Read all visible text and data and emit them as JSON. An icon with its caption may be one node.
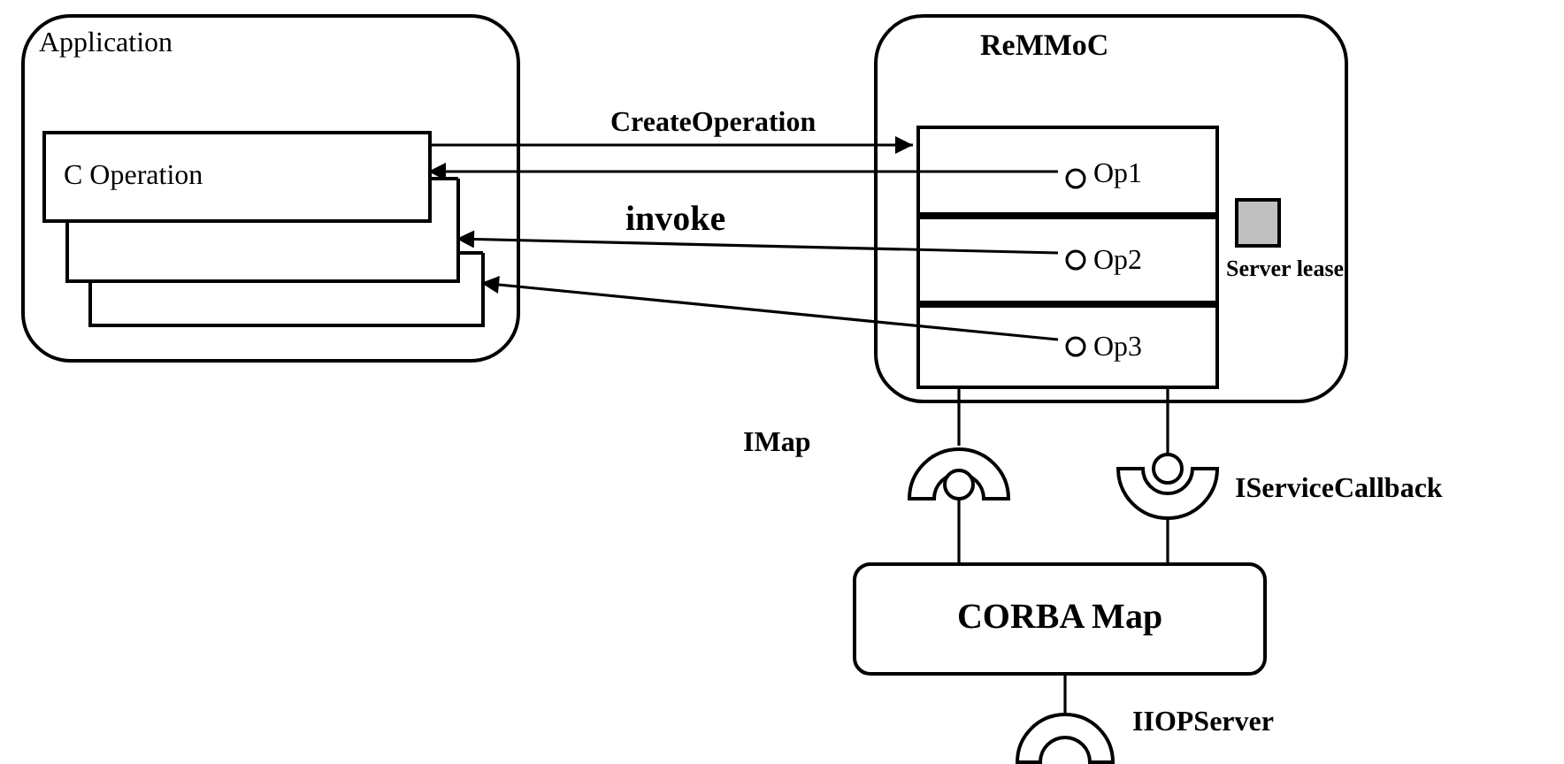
{
  "diagram": {
    "nodes": [
      {
        "text": [
          "Application"
        ]
      },
      {
        "text": [
          "C Operation"
        ],
        "in": 0
      },
      {
        "text": [],
        "shape": "box",
        "in": 0
      },
      {
        "text": [],
        "shape": "box",
        "in": 0
      },
      {
        "text": [
          "ReMMoC"
        ]
      },
      {
        "text": [
          "Op1"
        ],
        "in": 4
      },
      {
        "text": [],
        "shape": "circle",
        "in": 5
      },
      {
        "text": [
          "Op2"
        ],
        "in": 4
      },
      {
        "text": [],
        "shape": "circle",
        "in": 7
      },
      {
        "text": [
          "Op3"
        ],
        "in": 4
      },
      {
        "text": [],
        "shape": "circle",
        "in": 9
      },
      {
        "text": [],
        "shape": "box",
        "in": 4,
        "beside": [
          "Server lease"
        ]
      },
      {
        "text": [],
        "shape": "socket",
        "beside": [
          "IMap"
        ]
      },
      {
        "text": [],
        "shape": "socket",
        "beside": [
          "IServiceCallback"
        ]
      },
      {
        "text": [
          "CORBA Map"
        ]
      },
      {
        "text": [],
        "shape": "socket",
        "beside": [
          "IIOPServer"
        ]
      }
    ],
    "edges": [
      {
        "from": 1,
        "to": 5,
        "arrow": "to",
        "label": "CreateOperation"
      },
      {
        "from": 6,
        "to": 1,
        "arrow": "to"
      },
      {
        "from": 8,
        "to": 2,
        "arrow": "to",
        "label": "invoke"
      },
      {
        "from": 10,
        "to": 3,
        "arrow": "to"
      },
      {
        "from": 9,
        "to": 12,
        "arrow": "none"
      },
      {
        "from": 12,
        "to": 14,
        "arrow": "none"
      },
      {
        "from": 9,
        "to": 13,
        "arrow": "none"
      },
      {
        "from": 13,
        "to": 14,
        "arrow": "none"
      },
      {
        "from": 14,
        "to": 15,
        "arrow": "none"
      }
    ]
  }
}
